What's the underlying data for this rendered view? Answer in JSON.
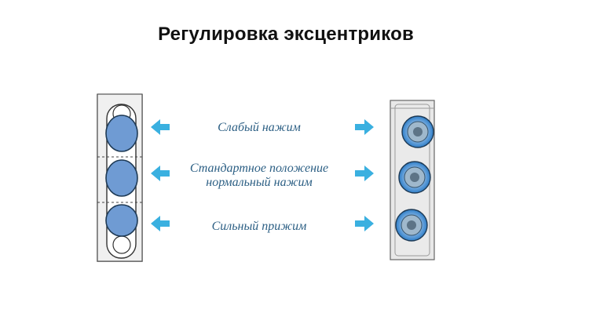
{
  "title": "Регулировка эксцентриков",
  "positions": {
    "weak": "Слабый нажим",
    "standard_line1": "Стандартное положение",
    "standard_line2": "нормальный нажим",
    "strong": "Сильный прижим"
  },
  "colors": {
    "arrow": "#3ab0e0",
    "roller_fill": "#6f9bd3",
    "roller_stroke": "#1e3a55",
    "label_text": "#2c5f84",
    "profile_fill": "#e8e8e8",
    "profile_stroke": "#555555"
  },
  "icons": {
    "arrows": "arrow-icon",
    "rollers": "roller-icon"
  }
}
